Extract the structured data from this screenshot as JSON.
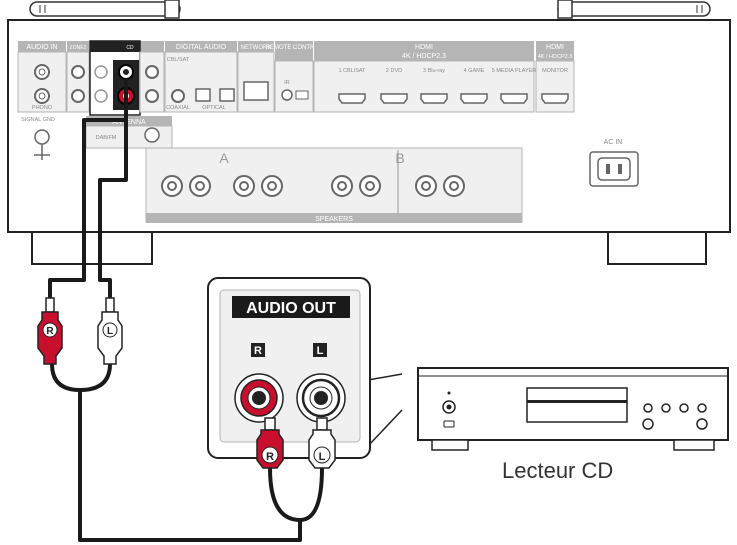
{
  "receiver": {
    "sections": {
      "audio_in": "AUDIO IN",
      "zone2": "ZONE2",
      "cd_sub": "CD",
      "cbl_sat": "CBL/SAT",
      "digital_audio": "DIGITAL AUDIO",
      "network": "NETWORK",
      "remote_control": "REMOTE CONTROL",
      "hdmi": "HDMI",
      "hdcp": "4K / HDCP2.3",
      "hdmi_out": "HDMI",
      "hdmi_out_sub": "4K / HDCP2.3",
      "monitor": "MONITOR",
      "antenna": "ANTENNA",
      "dab_fm": "DAB/FM",
      "phono": "PHONO",
      "signal_gnd": "SIGNAL GND",
      "speakers": "SPEAKERS",
      "speakers_a": "A",
      "speakers_b": "B",
      "ac_in": "AC IN",
      "ir": "IR",
      "coaxial": "COAXIAL",
      "optical": "OPTICAL"
    },
    "hdmi_inputs": [
      "1 CBL/SAT",
      "2 DVD",
      "3 Blu-ray",
      "4 GAME",
      "5 MEDIA PLAYER"
    ]
  },
  "callout": {
    "title": "AUDIO OUT",
    "left_jack": "R",
    "right_jack": "L"
  },
  "plugs": {
    "red": "R",
    "white": "L"
  },
  "device": {
    "caption": "Lecteur CD"
  },
  "colors": {
    "red_plug": "#c8102e",
    "cable": "#1a1a1a",
    "panel_dark": "#b5b5b5"
  }
}
